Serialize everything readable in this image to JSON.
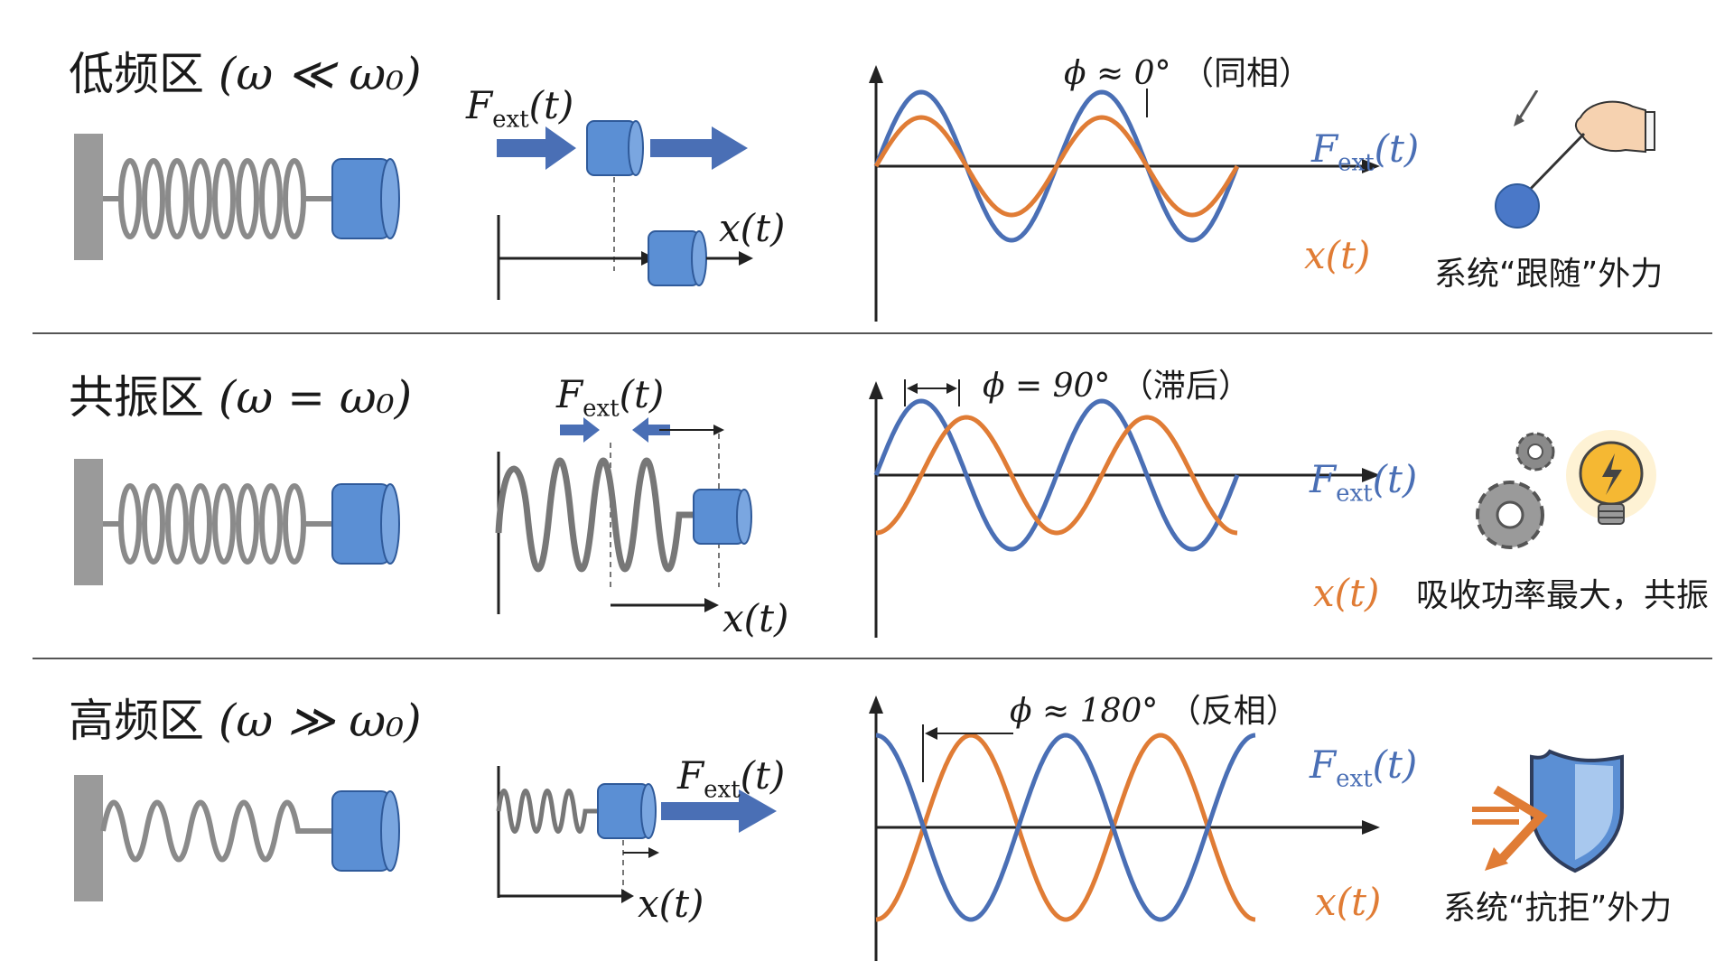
{
  "rows": [
    {
      "id": "low",
      "title_cn": "低频区",
      "title_math": "(ω ≪ ω₀)",
      "phase_text": "ϕ ≈ 0°",
      "phase_cn": "（同相）",
      "force_label": "F_ext(t)",
      "disp_label": "x(t)",
      "caption": "系统“跟随”外力",
      "icon": "hand-pendulum-icon",
      "phase_deg": 0
    },
    {
      "id": "resonance",
      "title_cn": "共振区",
      "title_math": "(ω = ω₀)",
      "phase_text": "ϕ = 90°",
      "phase_cn": "（滞后）",
      "force_label": "F_ext(t)",
      "disp_label": "x(t)",
      "caption": "吸收功率最大，共振",
      "icon": "gear-lightbulb-icon",
      "phase_deg": 90
    },
    {
      "id": "high",
      "title_cn": "高频区",
      "title_math": "(ω ≫ ω₀)",
      "phase_text": "ϕ ≈ 180°",
      "phase_cn": "（反相）",
      "force_label": "F_ext(t)",
      "disp_label": "x(t)",
      "caption": "系统“抗拒”外力",
      "icon": "shield-icon",
      "phase_deg": 180
    }
  ],
  "colors": {
    "force": "#4a6fb5",
    "displacement": "#e07c35",
    "mass": "#5b8fd4",
    "wall": "#999999",
    "spring": "#8a8a8a"
  }
}
